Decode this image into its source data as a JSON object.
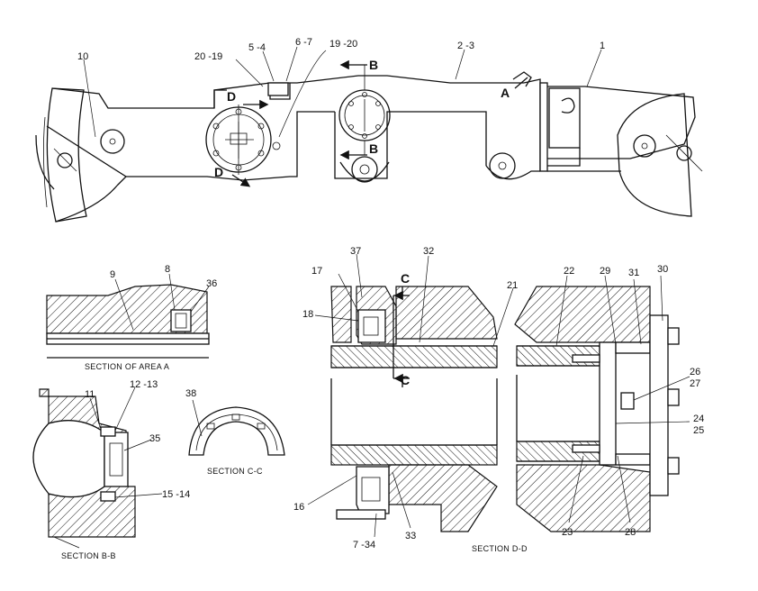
{
  "labels": {
    "l10": "10",
    "l20_19": "20 -19",
    "l5_4": "5 -4",
    "l6_7": "6 -7",
    "l19_20": "19 -20",
    "l2_3": "2 -3",
    "l1": "1",
    "lB_top": "B",
    "lB_bot": "B",
    "lA": "A",
    "lD_top": "D",
    "lD_bot": "D",
    "l9": "9",
    "l8": "8",
    "l36": "36",
    "l11": "11",
    "l12_13": "12 -13",
    "l35": "35",
    "l15_14": "15 -14",
    "l38": "38",
    "l17": "17",
    "l18": "18",
    "l37": "37",
    "l32": "32",
    "l21": "21",
    "lC_top": "C",
    "lC_bot": "C",
    "l16": "16",
    "l7_34": "7 -34",
    "l33": "33",
    "l22": "22",
    "l29": "29",
    "l31": "31",
    "l30": "30",
    "l26": "26",
    "l27": "27",
    "l24": "24",
    "l25": "25",
    "l23": "23",
    "l28": "28"
  },
  "captions": {
    "area_a": "SECTION OF AREA A",
    "bb": "SECTION B-B",
    "cc": "SECTION C-C",
    "dd": "SECTION D-D"
  },
  "colors": {
    "ink": "#111111",
    "paper": "#ffffff"
  }
}
